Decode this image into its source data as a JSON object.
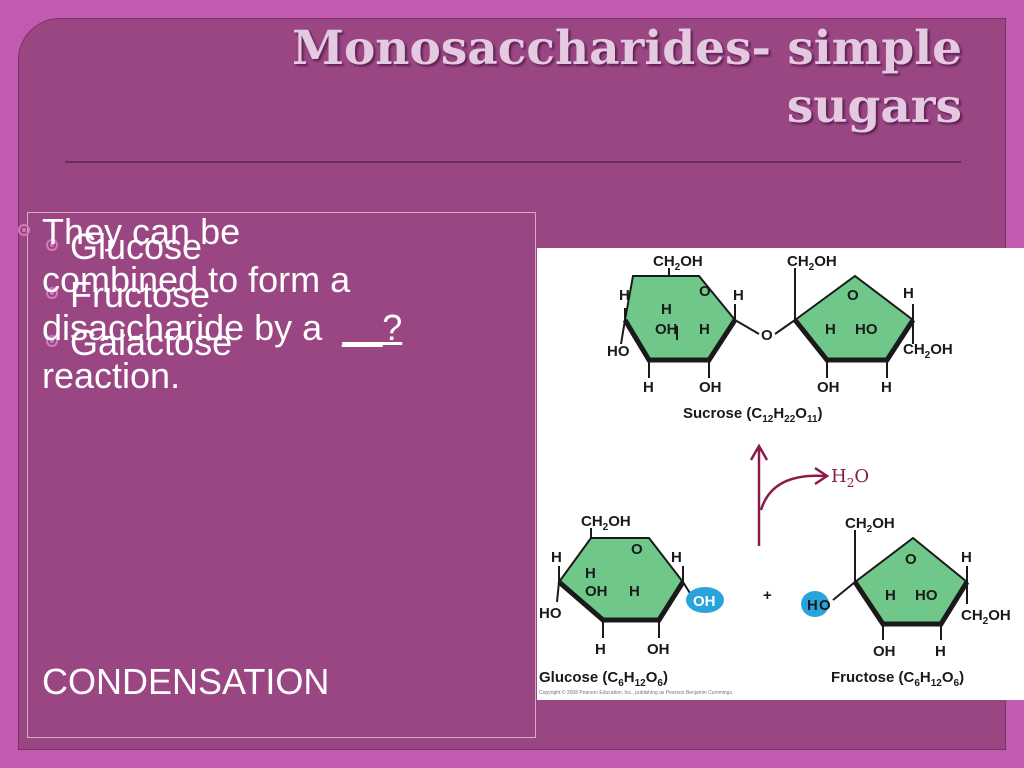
{
  "title": {
    "line1": "Monosaccharides- simple",
    "line2": "sugars"
  },
  "bullets": [
    "Glucose",
    "Fructose",
    "Galactose"
  ],
  "paragraph": {
    "line1": "They can be",
    "line2": "combined to form a",
    "line3": "disaccharide by a",
    "blank": "__?",
    "line4": "reaction."
  },
  "answer": "CONDENSATION",
  "figure": {
    "sucrose_caption": "Sucrose (C",
    "sucrose_sub1": "12",
    "sucrose_mid1": "H",
    "sucrose_sub2": "22",
    "sucrose_mid2": "O",
    "sucrose_sub3": "11",
    "sucrose_end": ")",
    "glucose_caption": "Glucose (C",
    "glucose_sub1": "6",
    "glucose_mid1": "H",
    "glucose_sub2": "12",
    "glucose_mid2": "O",
    "glucose_sub3": "6",
    "glucose_end": ")",
    "fructose_caption": "Fructose (C",
    "fructose_sub1": "6",
    "fructose_mid1": "H",
    "fructose_sub2": "12",
    "fructose_mid2": "O",
    "fructose_sub3": "6",
    "fructose_end": ")",
    "water": "H",
    "water_sub": "2",
    "water_o": "O",
    "plus": "+",
    "copyright": "Copyright © 2008 Pearson Education, Inc., publishing as Pearson Benjamin Cummings.",
    "labels": {
      "ch2oh": "CH",
      "ch2oh_sub": "2",
      "ch2oh_end": "OH",
      "h": "H",
      "o": "O",
      "oh": "OH",
      "ho": "HO"
    }
  },
  "colors": {
    "ring_fill": "#6fc88a",
    "hydroxyl_fill": "#29a3dc",
    "arrow": "#8b1a4a"
  }
}
